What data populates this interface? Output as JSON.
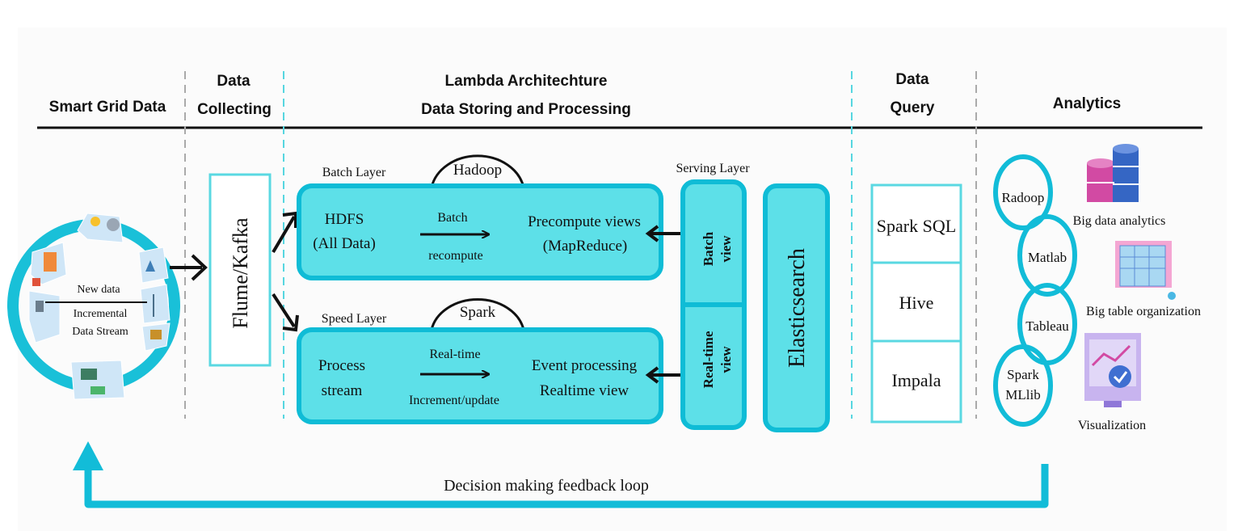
{
  "headers": {
    "smart_grid": "Smart Grid Data",
    "collect_1": "Data",
    "collect_2": "Collecting",
    "lambda_1": "Lambda Architechture",
    "lambda_2": "Data Storing and Processing",
    "query_1": "Data",
    "query_2": "Query",
    "analytics": "Analytics"
  },
  "source": {
    "center_1": "New data",
    "center_2": "Incremental",
    "center_3": "Data Stream"
  },
  "collector": "Flume/Kafka",
  "batch": {
    "layer": "Batch Layer",
    "engine": "Hadoop",
    "store_1": "HDFS",
    "store_2": "(All Data)",
    "op_1": "Batch",
    "op_2": "recompute",
    "out_1": "Precompute views",
    "out_2": "(MapReduce)"
  },
  "speed": {
    "layer": "Speed Layer",
    "engine": "Spark",
    "in_1": "Process",
    "in_2": "stream",
    "op_1": "Real-time",
    "op_2": "Increment/update",
    "out_1": "Event processing",
    "out_2": "Realtime view"
  },
  "serving": {
    "layer": "Serving Layer",
    "batch_1": "Batch",
    "batch_2": "view",
    "rt_1": "Real-time",
    "rt_2": "view",
    "search": "Elasticsearch"
  },
  "query_items": [
    "Spark SQL",
    "Hive",
    "Impala"
  ],
  "tools": {
    "radoop": "Radoop",
    "matlab": "Matlab",
    "tableau": "Tableau",
    "spark_1": "Spark",
    "spark_2": "MLlib"
  },
  "analytics_items": {
    "bigdata": "Big data analytics",
    "bigtable": "Big table organization",
    "visual": "Visualization"
  },
  "feedback": "Decision making feedback loop",
  "colors": {
    "cyan_fill": "#5de0e8",
    "cyan_stroke": "#0fbcd6",
    "dash_cyan": "#56d6e0",
    "dash_gray": "#aaaaaa"
  }
}
